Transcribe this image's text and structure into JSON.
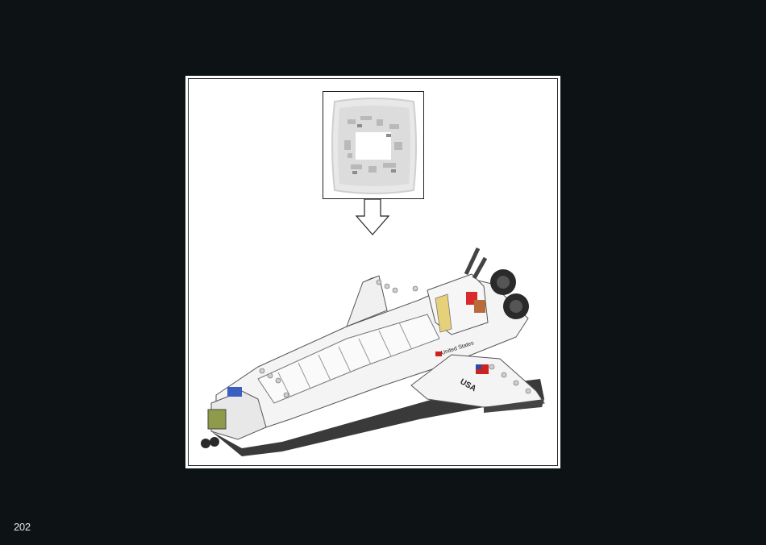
{
  "page": {
    "number": "202",
    "background_color": "#0d1214"
  },
  "illustration": {
    "bag_icon": "parts-bag-icon",
    "arrow_icon": "down-arrow-icon",
    "model_icon": "space-shuttle-model",
    "decal_text_1": "United States",
    "decal_text_2": "USA"
  }
}
